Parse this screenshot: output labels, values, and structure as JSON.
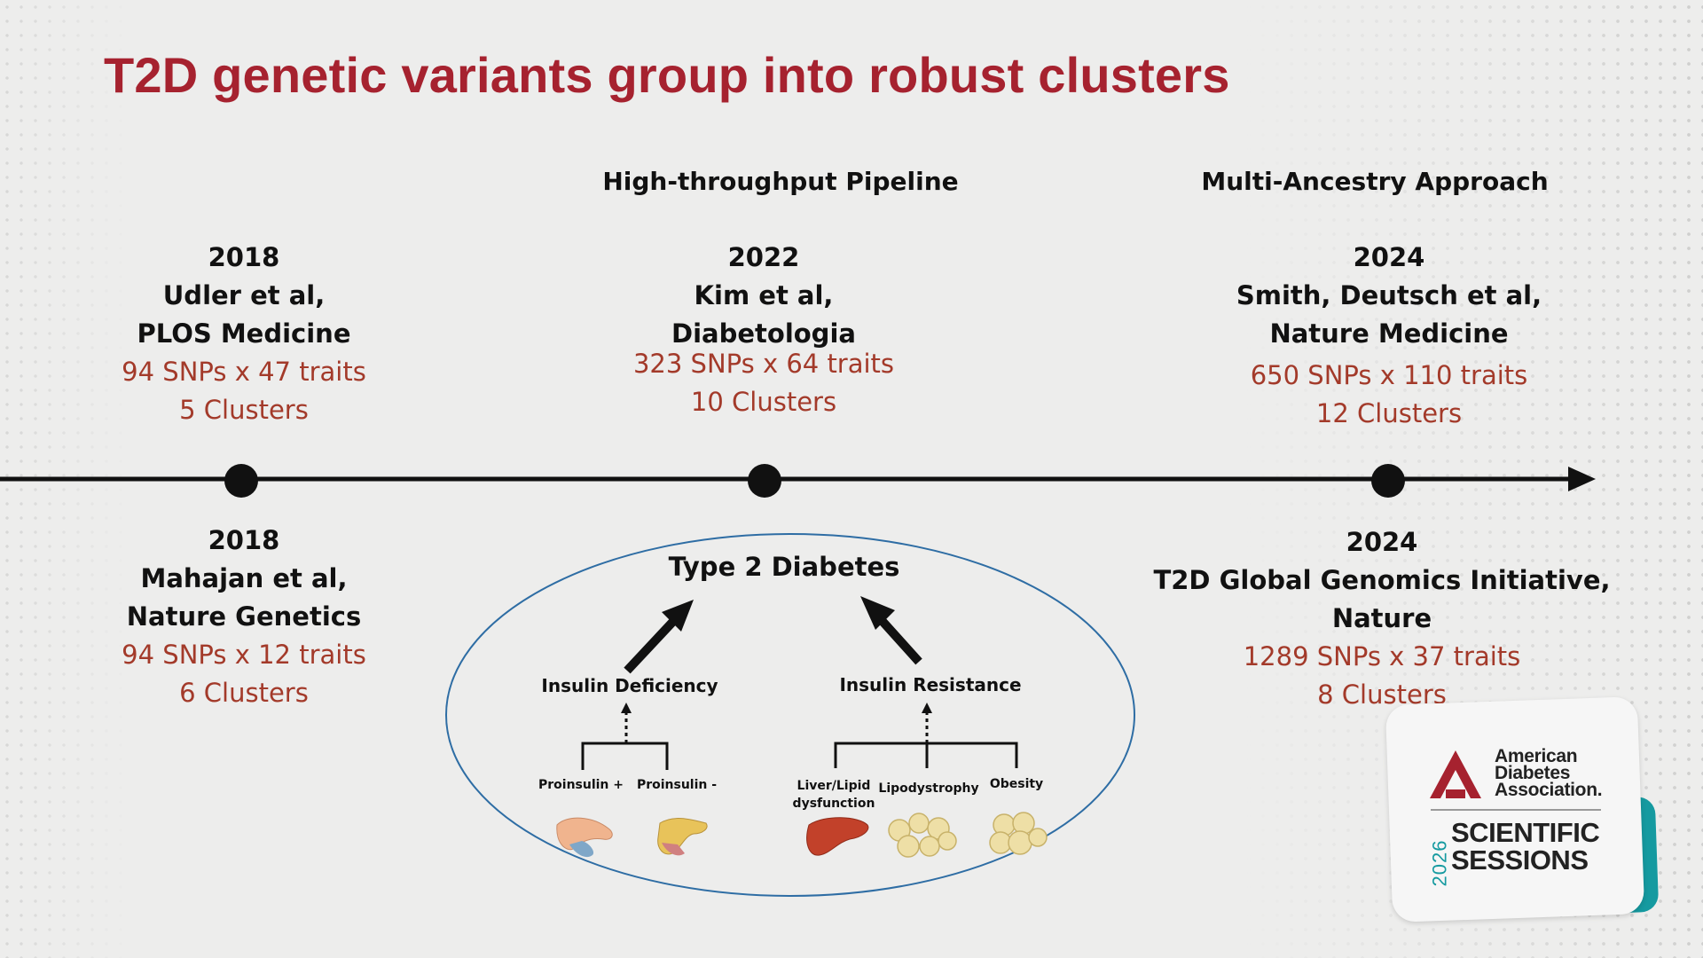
{
  "title": "T2D genetic variants group into robust clusters",
  "section_labels": {
    "pipeline": "High-throughput Pipeline",
    "multi_ancestry": "Multi-Ancestry Approach"
  },
  "studies": {
    "udler": {
      "year": "2018",
      "authors": "Udler et al,",
      "journal": "PLOS Medicine",
      "snps": "94 SNPs x 47 traits",
      "clusters": "5 Clusters"
    },
    "mahajan": {
      "year": "2018",
      "authors": "Mahajan et al,",
      "journal": "Nature Genetics",
      "snps": "94 SNPs x 12 traits",
      "clusters": "6 Clusters"
    },
    "kim": {
      "year": "2022",
      "authors": "Kim et al,",
      "journal": "Diabetologia",
      "snps": "323 SNPs x 64 traits",
      "clusters": "10 Clusters"
    },
    "smith": {
      "year": "2024",
      "authors": "Smith, Deutsch et al,",
      "journal": "Nature Medicine",
      "snps": "650 SNPs x 110 traits",
      "clusters": "12 Clusters"
    },
    "t2dggi": {
      "year": "2024",
      "authors": "T2D Global Genomics Initiative,",
      "journal": "Nature",
      "snps": "1289 SNPs x 37 traits",
      "clusters": "8 Clusters"
    }
  },
  "diagram": {
    "top": "Type 2 Diabetes",
    "left_branch": "Insulin Deficiency",
    "right_branch": "Insulin Resistance",
    "leaves": {
      "proinsulin_plus": "Proinsulin +",
      "proinsulin_minus": "Proinsulin -",
      "liver_line1": "Liver/Lipid",
      "liver_line2": "dysfunction",
      "lipodystrophy": "Lipodystrophy",
      "obesity": "Obesity"
    }
  },
  "logo": {
    "org_line1": "American",
    "org_line2": "Diabetes",
    "org_line3": "Association.",
    "year": "2026",
    "event_line1": "SCIENTIFIC",
    "event_line2": "SESSIONS"
  },
  "colors": {
    "title": "#a6222f",
    "stat_text": "#a33a2a",
    "ellipse": "#2e6da4",
    "teal": "#159aa0"
  }
}
